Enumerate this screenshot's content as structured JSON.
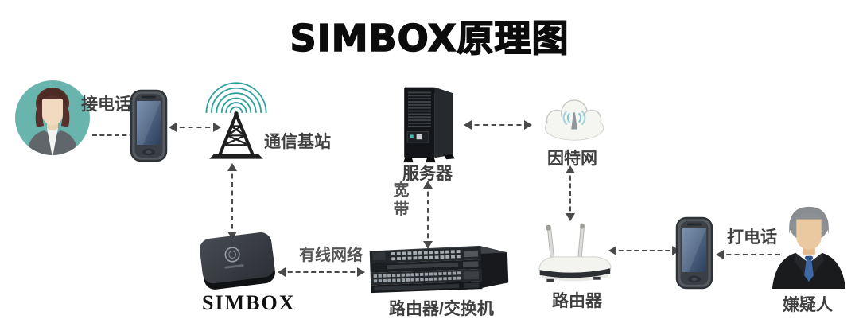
{
  "title": "SIMBOX原理图",
  "labels": {
    "answer_call": "接电话",
    "base_station": "通信基站",
    "server": "服务器",
    "broadband": "宽带",
    "internet": "因特网",
    "wired_network": "有线网络",
    "simbox": "SIMBOX",
    "router_switch": "路由器/交换机",
    "router": "路由器",
    "make_call": "打电话",
    "suspect": "嫌疑人"
  },
  "colors": {
    "accent_teal": "#2aa29a",
    "avatar_circle": "#69b5ae",
    "arrow_gray": "#4a4a4a",
    "title_black": "#0c0c0c"
  }
}
